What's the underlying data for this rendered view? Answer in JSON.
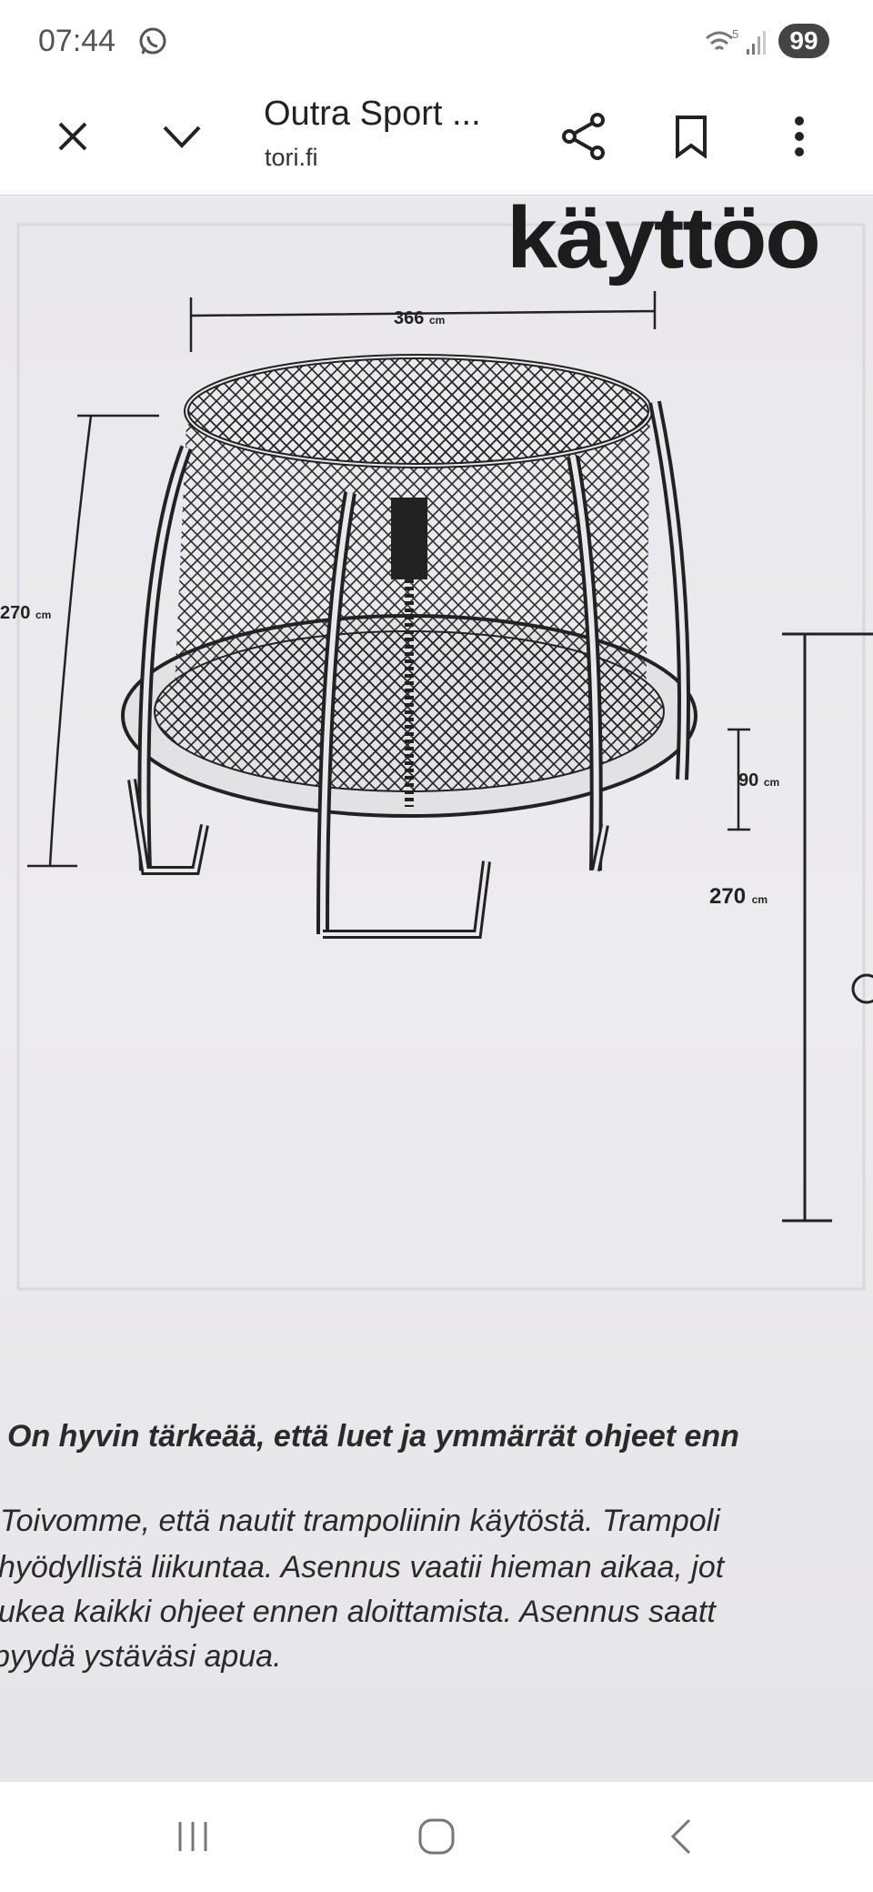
{
  "status_bar": {
    "time": "07:44",
    "notification_icon": "whatsapp-icon",
    "battery": "99",
    "network_badge": "5"
  },
  "toolbar": {
    "title": "Outra Sport ...",
    "url": "tori.fi",
    "close_icon": "close-icon",
    "minimize_icon": "chevron-down-icon",
    "share_icon": "share-icon",
    "bookmark_icon": "bookmark-icon",
    "menu_icon": "more-vert-icon"
  },
  "image": {
    "heading": "käyttöo",
    "dimensions": {
      "width": "366",
      "height_left": "270",
      "height_right": "270",
      "frame_height": "90",
      "unit": "cm"
    },
    "bold_line": "On hyvin tärkeää, että luet ja ymmärrät ohjeet enn",
    "paragraph": [
      "Toivomme, että nautit trampoliinin käytöstä. Trampoli",
      "hyödyllistä liikuntaa. Asennus vaatii hieman aikaa, jot",
      "ukea kaikki ohjeet ennen aloittamista. Asennus saatt",
      "pyydä ystäväsi apua."
    ]
  },
  "nav_bar": {
    "recents_icon": "recents-icon",
    "home_icon": "home-icon",
    "back_icon": "back-icon"
  }
}
